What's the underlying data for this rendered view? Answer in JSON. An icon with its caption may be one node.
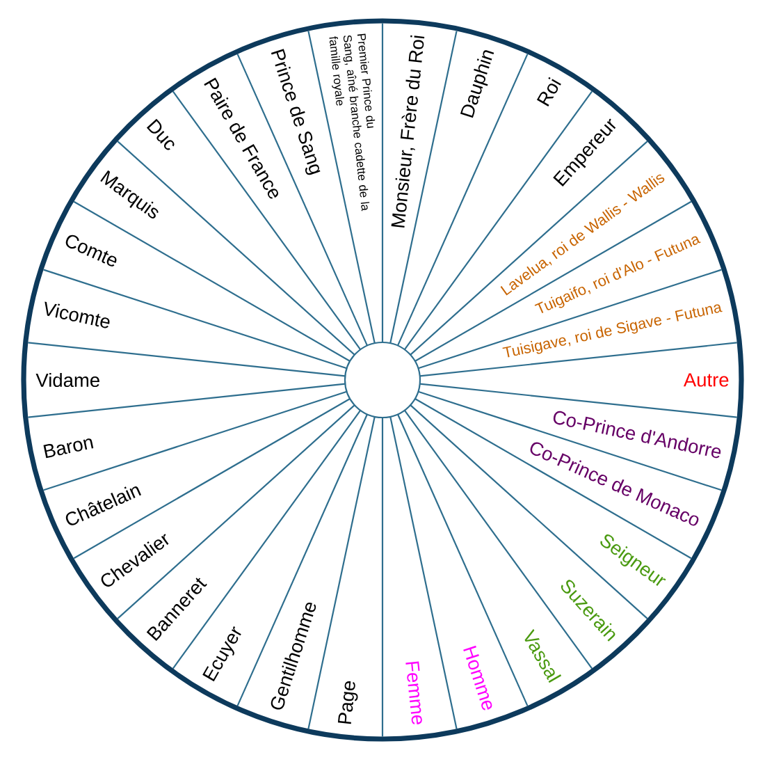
{
  "diagram": {
    "nodes": [
      {
        "text": [
          "Monsieur, Frère du Roi"
        ]
      },
      {
        "text": [
          "Dauphin"
        ]
      },
      {
        "text": [
          "Roi"
        ]
      },
      {
        "text": [
          "Empereur"
        ]
      },
      {
        "text": [
          "Lavelua, roi de Wallis - Wallis"
        ]
      },
      {
        "text": [
          "Tuigaifo, roi d'Alo - Futuna"
        ]
      },
      {
        "text": [
          "Tuisigave, roi de Sigave - Futuna"
        ]
      },
      {
        "text": [
          "Autre"
        ]
      },
      {
        "text": [
          "Co-Prince d'Andorre"
        ]
      },
      {
        "text": [
          "Co-Prince de Monaco"
        ]
      },
      {
        "text": [
          "Seigneur"
        ]
      },
      {
        "text": [
          "Suzerain"
        ]
      },
      {
        "text": [
          "Vassal"
        ]
      },
      {
        "text": [
          "Homme"
        ]
      },
      {
        "text": [
          "Femme"
        ]
      },
      {
        "text": [
          "Page"
        ]
      },
      {
        "text": [
          "Gentilhomme"
        ]
      },
      {
        "text": [
          "Ecuyer"
        ]
      },
      {
        "text": [
          "Banneret"
        ]
      },
      {
        "text": [
          "Chevalier"
        ]
      },
      {
        "text": [
          "Châtelain"
        ]
      },
      {
        "text": [
          "Baron"
        ]
      },
      {
        "text": [
          "Vidame"
        ]
      },
      {
        "text": [
          "Vicomte"
        ]
      },
      {
        "text": [
          "Comte"
        ]
      },
      {
        "text": [
          "Marquis"
        ]
      },
      {
        "text": [
          "Duc"
        ]
      },
      {
        "text": [
          "Paire de France"
        ]
      },
      {
        "text": [
          "Prince de Sang"
        ]
      },
      {
        "text": [
          "Premier Prince du Sang, aîné branche cadette de la famille royale"
        ]
      }
    ]
  }
}
